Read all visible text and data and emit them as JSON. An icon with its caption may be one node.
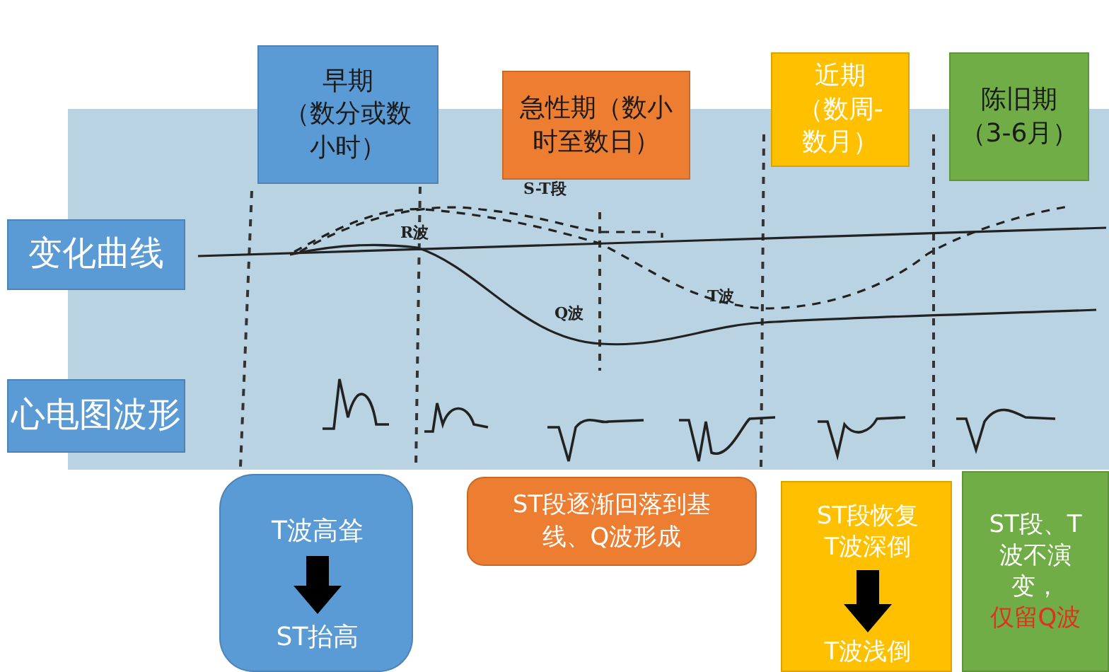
{
  "diagram": {
    "nodes": [
      {
        "text": [
          "早期",
          "（数分或数小时）"
        ]
      },
      {
        "text": [
          "急性期（数小时至数日）"
        ]
      },
      {
        "text": [
          "近期",
          "（数周-数月）"
        ]
      },
      {
        "text": [
          "陈旧期",
          "（3-6月）"
        ]
      },
      {
        "text": [
          "变化曲线"
        ]
      },
      {
        "text": [
          "心电图波形"
        ]
      },
      {
        "text": [],
        "shape": "box"
      },
      {
        "text": [
          "T波高耸"
        ],
        "in": 6
      },
      {
        "text": [
          "ST抬高"
        ],
        "in": 6
      },
      {
        "text": [
          "ST段逐渐回落到基线、Q波形成"
        ]
      },
      {
        "text": [],
        "shape": "box"
      },
      {
        "text": [
          "ST段恢复T波深倒"
        ],
        "in": 10
      },
      {
        "text": [
          "T波浅倒"
        ],
        "in": 10
      },
      {
        "text": [
          "ST段、T波不演变，",
          "仅留Q波"
        ]
      }
    ],
    "edges": [
      {
        "from": 7,
        "to": 8,
        "arrow": "to",
        "style": "thick"
      },
      {
        "from": 11,
        "to": 12,
        "arrow": "to",
        "style": "thick"
      }
    ],
    "labels": [
      "S-T段",
      "R波",
      "T波",
      "Q波"
    ]
  }
}
